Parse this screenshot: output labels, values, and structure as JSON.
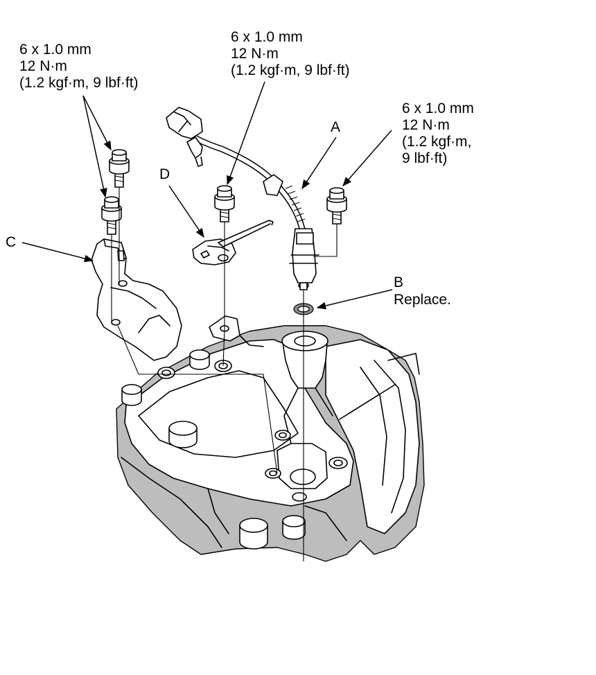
{
  "torque_spec_left": {
    "line1": "6 x 1.0 mm",
    "line2": "12 N·m",
    "line3": "(1.2 kgf·m, 9 lbf·ft)"
  },
  "torque_spec_center": {
    "line1": "6 x 1.0 mm",
    "line2": "12 N·m",
    "line3": "(1.2 kgf·m, 9 lbf·ft)"
  },
  "torque_spec_right": {
    "line1": "6 x 1.0 mm",
    "line2": "12 N·m",
    "line3": "(1.2 kgf·m,",
    "line4": "9 lbf·ft)"
  },
  "callouts": {
    "a": "A",
    "b": "B",
    "b_note": "Replace.",
    "c": "C",
    "d": "D"
  }
}
